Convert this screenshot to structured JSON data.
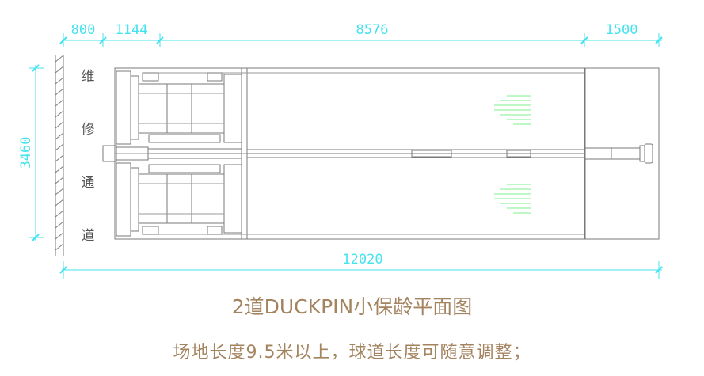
{
  "drawing": {
    "dimensions": {
      "top": [
        "800",
        "1144",
        "8576",
        "1500"
      ],
      "left_height": "3460",
      "total_length": "12020"
    },
    "maintenance_aisle_chars": [
      "维",
      "修",
      "通",
      "道"
    ],
    "colors": {
      "dimension": "#43e3ef",
      "outline": "#7a7a7a",
      "detail": "#9a9a9a",
      "arrow_marks": "#7ff28f",
      "caption": "#a4835f"
    }
  },
  "caption": {
    "title": "2道DUCKPIN小保龄平面图",
    "subtitle": "场地长度9.5米以上，球道长度可随意调整；"
  }
}
